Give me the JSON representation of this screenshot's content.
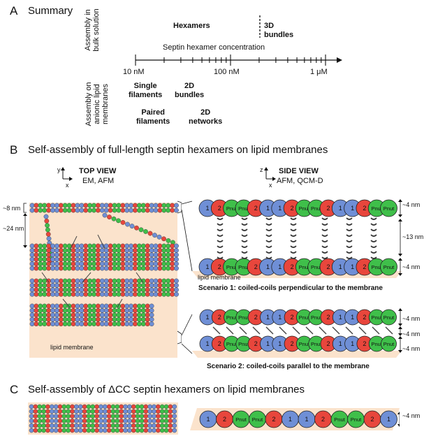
{
  "panel_a": {
    "letter": "A",
    "title": "Summary",
    "bulk_label": [
      "Assembly in",
      "bulk solution"
    ],
    "membrane_label": [
      "Assembly on",
      "anionic lipid",
      "membranes"
    ],
    "hexamers": "Hexamers",
    "bundles_3d": [
      "3D",
      "bundles"
    ],
    "axis_label": "Septin hexamer concentration",
    "ticks": [
      "10 nM",
      "100 nM",
      "1 μM"
    ],
    "single": [
      "Single",
      "filaments"
    ],
    "bundles_2d": [
      "2D",
      "bundles"
    ],
    "paired": [
      "Paired",
      "filaments"
    ],
    "networks": [
      "2D",
      "networks"
    ]
  },
  "panel_b": {
    "letter": "B",
    "title": "Self-assembly of full-length septin hexamers on lipid membranes",
    "top_view": "TOP VIEW",
    "top_methods": "EM, AFM",
    "side_view": "SIDE VIEW",
    "side_methods": "AFM, QCM-D",
    "axis_y": "y",
    "axis_x": "x",
    "axis_z": "z",
    "dim_8": "~8 nm",
    "dim_24": "~24 nm",
    "lipid_left": "lipid membrane",
    "lipid_right": "lipid membrane",
    "dim_4a": "~4 nm",
    "dim_13": "~13 nm",
    "dim_4b": "~4 nm",
    "scenario1": "Scenario 1: coiled-coils perpendicular to the membrane",
    "dim_4c": "~4 nm",
    "dim_4d": "~4 nm",
    "dim_4e": "~4 nm",
    "scenario2": "Scenario 2: coiled-coils parallel to the membrane"
  },
  "panel_c": {
    "letter": "C",
    "title": "Self-assembly of ΔCC septin hexamers on lipid membranes",
    "dim_4": "~4 nm"
  },
  "hexamer_units": [
    "1",
    "2",
    "Pnut",
    "Pnut",
    "2",
    "1"
  ],
  "colors": {
    "septin1": "#6f8fd6",
    "septin2": "#e8463c",
    "pnut": "#3fbf4a",
    "membrane": "#fbe3cc"
  }
}
